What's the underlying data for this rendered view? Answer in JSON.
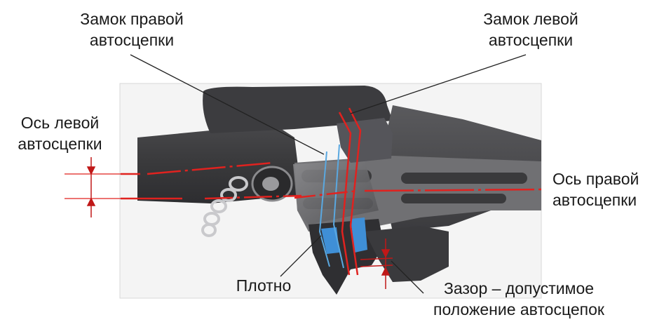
{
  "labels": {
    "lock_right_l1": "Замок правой",
    "lock_right_l2": "автосцепки",
    "lock_left_l1": "Замок левой",
    "lock_left_l2": "автосцепки",
    "axis_left_l1": "Ось левой",
    "axis_left_l2": "автосцепки",
    "axis_right_l1": "Ось правой",
    "axis_right_l2": "автосцепки",
    "tight": "Плотно",
    "gap_l1": "Зазор – допустимое",
    "gap_l2": "положение автосцепок"
  },
  "colors": {
    "axis_line": "#e0221f",
    "dim_marker": "#c01818",
    "lock_outline_blue": "#5aa8e0",
    "lock_fill_blue": "#3f8fd6",
    "coupler_dark": "#3a3a3c",
    "coupler_mid": "#6f6f72",
    "coupler_light": "#a9a9ac",
    "leader_line": "#222222",
    "frame_border": "#d7d7d7"
  }
}
